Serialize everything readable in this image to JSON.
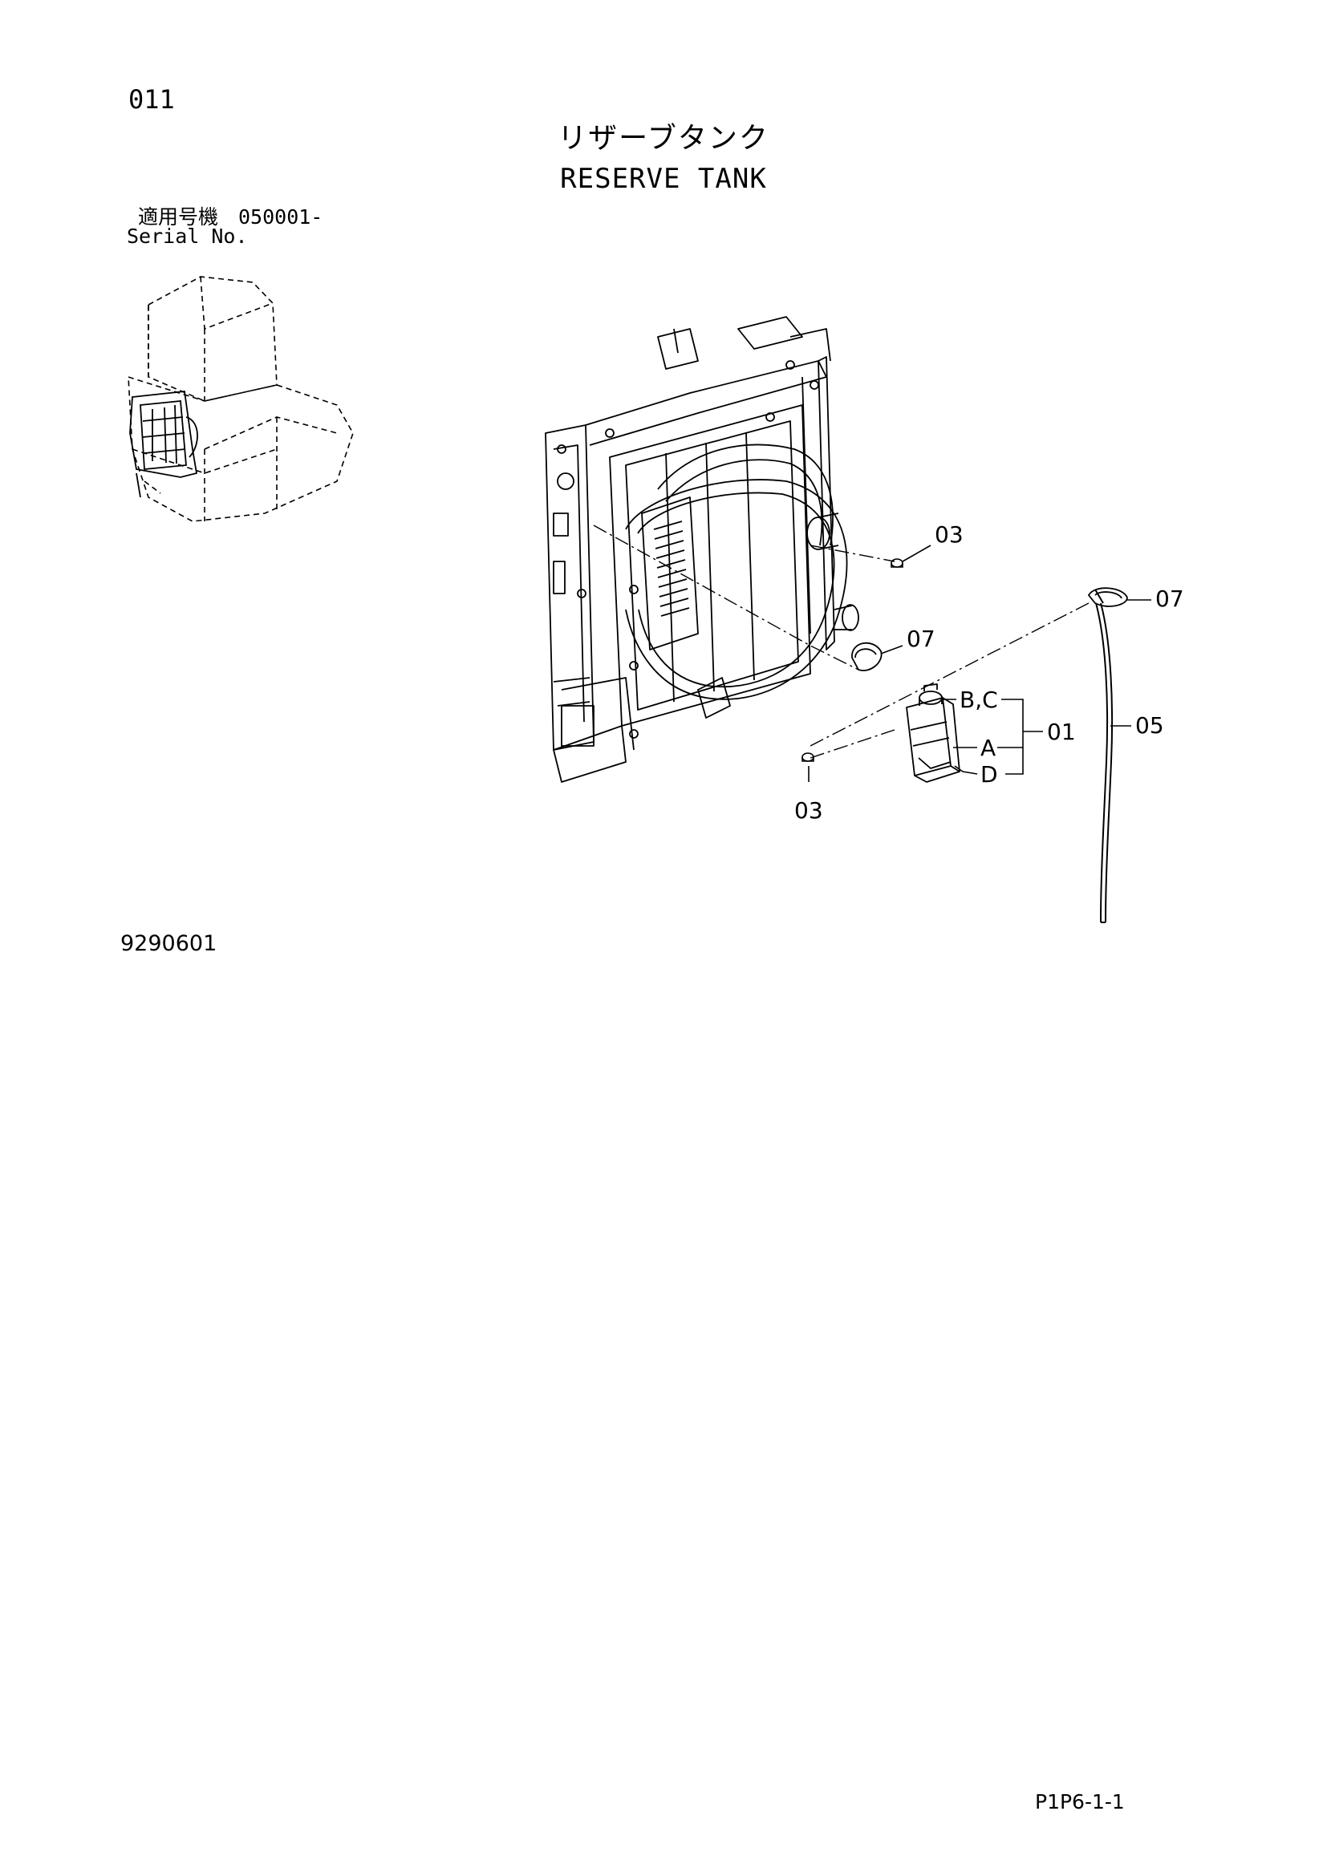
{
  "page": {
    "number": "011",
    "title_jp": "リザーブタンク",
    "title_en": "RESERVE TANK",
    "serial_jp": "適用号機　050001-",
    "serial_en": "Serial No.",
    "figure_number": "9290601",
    "sheet_code": "P1P6-1-1"
  },
  "callouts": {
    "c03_top": "03",
    "c07_right": "07",
    "c07_mid": "07",
    "c01": "01",
    "c05": "05",
    "c03_bottom": "03",
    "sub_bc": "B,C",
    "sub_a": "A",
    "sub_d": "D"
  }
}
